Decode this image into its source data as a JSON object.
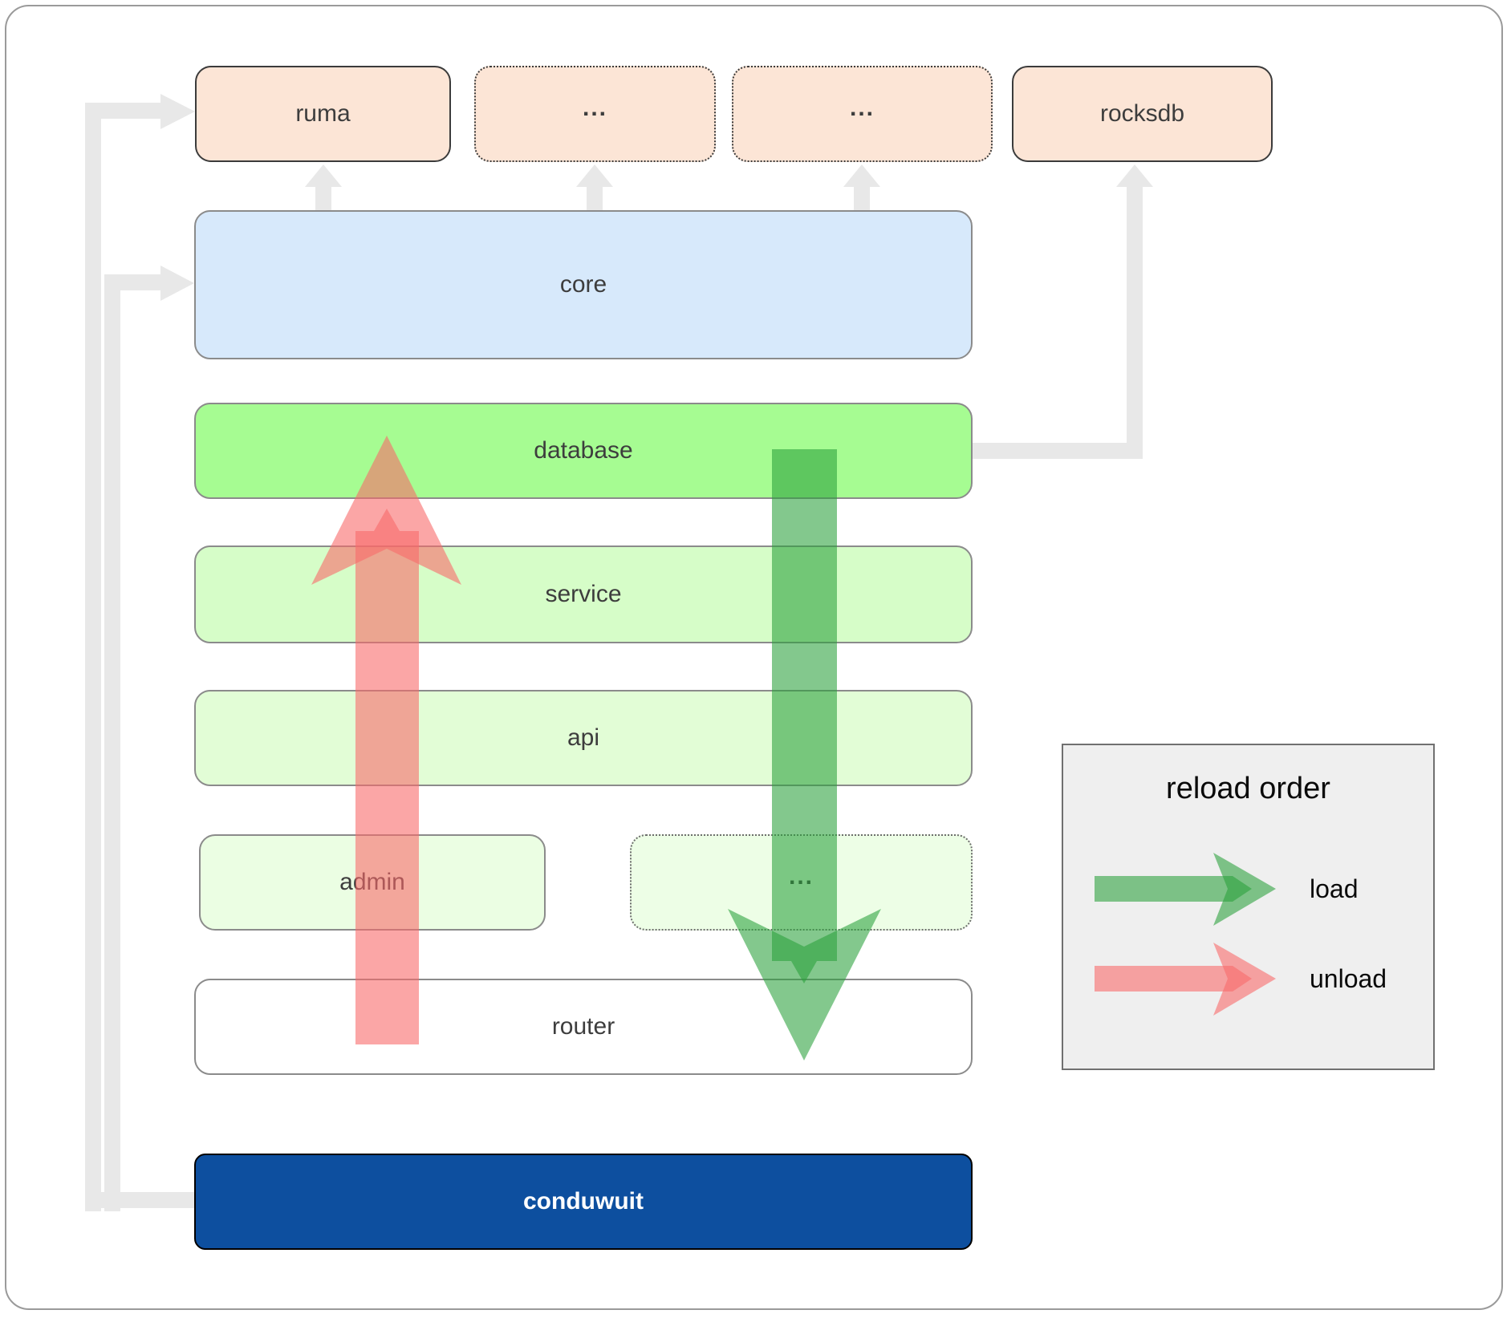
{
  "diagram": {
    "top_row": [
      {
        "label": "ruma"
      },
      {
        "label": "..."
      },
      {
        "label": "..."
      },
      {
        "label": "rocksdb"
      }
    ],
    "layers": [
      {
        "label": "core"
      },
      {
        "label": "database"
      },
      {
        "label": "service"
      },
      {
        "label": "api"
      }
    ],
    "admin_row": [
      {
        "label": "admin"
      },
      {
        "label": "..."
      }
    ],
    "router": {
      "label": "router"
    },
    "conduwuit": {
      "label": "conduwuit"
    }
  },
  "legend": {
    "title": "reload order",
    "items": [
      {
        "label": "load",
        "color": "#2aa13a"
      },
      {
        "label": "unload",
        "color": "#f96a6a"
      }
    ]
  },
  "colors": {
    "load": "#2aa13a",
    "unload": "#f96a6a",
    "connector": "#e8e8e8",
    "core_bg": "#d7e9fb",
    "database_bg": "#a6fc92",
    "service_bg": "#d6fdc8",
    "api_bg": "#e2fdd6",
    "admin_bg": "#ebfee3",
    "peach_bg": "#fce5d6",
    "conduwuit_bg": "#0d4f9f",
    "legend_bg": "#efefef"
  }
}
